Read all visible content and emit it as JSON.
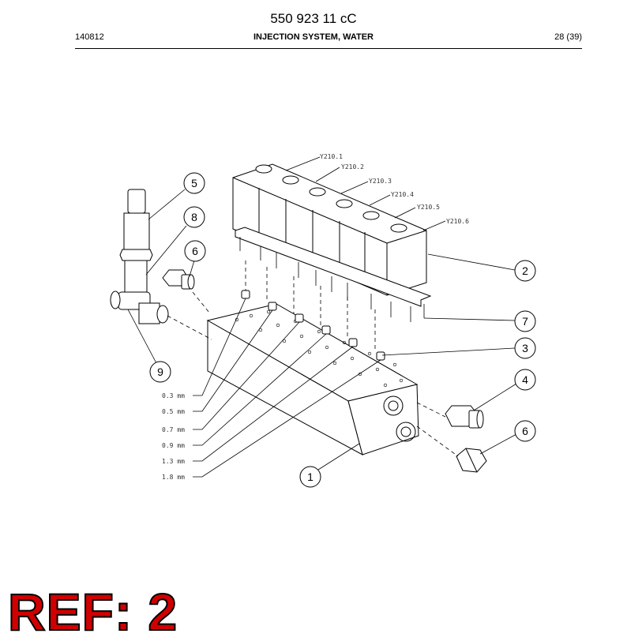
{
  "header": {
    "doc_number": "550 923 11 cC",
    "date_code": "140812",
    "section_title": "INJECTION SYSTEM, WATER",
    "page": "28 (39)"
  },
  "valve_labels": [
    "Y210.1",
    "Y210.2",
    "Y210.3",
    "Y210.4",
    "Y210.5",
    "Y210.6"
  ],
  "nozzle_sizes": [
    "0.3 mm",
    "0.5 mm",
    "0.7 mm",
    "0.9 mm",
    "1.3 mm",
    "1.8 mm"
  ],
  "balloons": [
    "5",
    "8",
    "6",
    "9",
    "2",
    "7",
    "3",
    "4",
    "6",
    "1"
  ],
  "reference": "REF: 2",
  "colors": {
    "reference_text": "#d00000",
    "line": "#000000"
  }
}
